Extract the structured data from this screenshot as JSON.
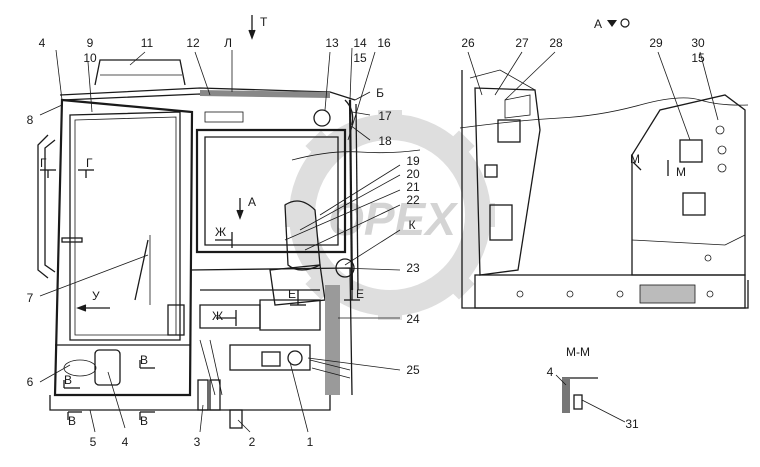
{
  "callouts": [
    "1",
    "2",
    "3",
    "4",
    "5",
    "4",
    "6",
    "7",
    "8",
    "9",
    "10",
    "11",
    "12",
    "13",
    "14",
    "15",
    "16",
    "17",
    "18",
    "19",
    "20",
    "21",
    "22",
    "23",
    "24",
    "25",
    "26",
    "27",
    "28",
    "29",
    "30",
    "15",
    "4",
    "31"
  ],
  "views": {
    "t": "Т",
    "l": "Л",
    "b": "Б",
    "k": "К",
    "u": "У",
    "a": "А",
    "zh": "Ж",
    "zh2": "Ж",
    "e": "Е",
    "e2": "Е",
    "g": "Г",
    "g2": "Г",
    "v": "В",
    "v2": "В",
    "v3": "В",
    "v4": "В",
    "m": "М",
    "m2": "М",
    "a_view": "А",
    "section_mm": "М-М"
  },
  "watermark": "OPEX"
}
